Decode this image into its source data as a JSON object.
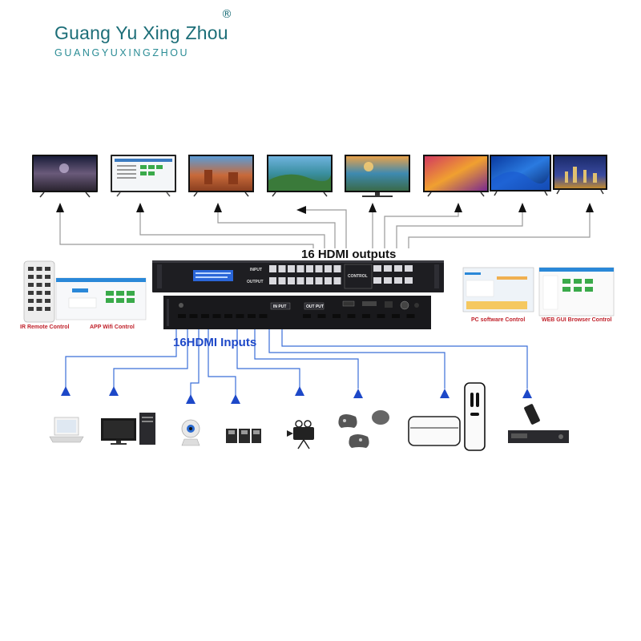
{
  "brand": {
    "name": "Guang Yu Xing Zhou",
    "registered": "®",
    "subtitle": "GUANGYUXINGZHOU"
  },
  "labels": {
    "outputs": "16 HDMI outputs",
    "inputs": "16HDMI Inputs"
  },
  "controls": {
    "ir": "IR Remote Control",
    "app": "APP Wifi Control",
    "pc": "PC software Control",
    "web": "WEB GUI Browser Control"
  },
  "panel": {
    "input": "INPUT",
    "output": "OUTPUT",
    "control": "CONTROL",
    "in_put": "IN PUT",
    "out_put": "OUT PUT"
  },
  "output_displays": [
    "galaxy-tv-curved",
    "web-ui-monitor",
    "desert-tv",
    "coast-tv",
    "sunset-tv",
    "abstract-tv",
    "blue-waves-tv",
    "city-night-tv"
  ],
  "input_sources": [
    "laptop-icon",
    "desktop-pc-icon",
    "webcam-icon",
    "floppy-disks-icon",
    "video-camera-icon",
    "game-controllers-icon",
    "media-box-icon",
    "remote-icon",
    "set-top-box-icon"
  ],
  "colors": {
    "brand": "#1c6e78",
    "input_arrows": "#1d48c8",
    "output_arrows": "#222222",
    "caption_red": "#c0212a"
  }
}
